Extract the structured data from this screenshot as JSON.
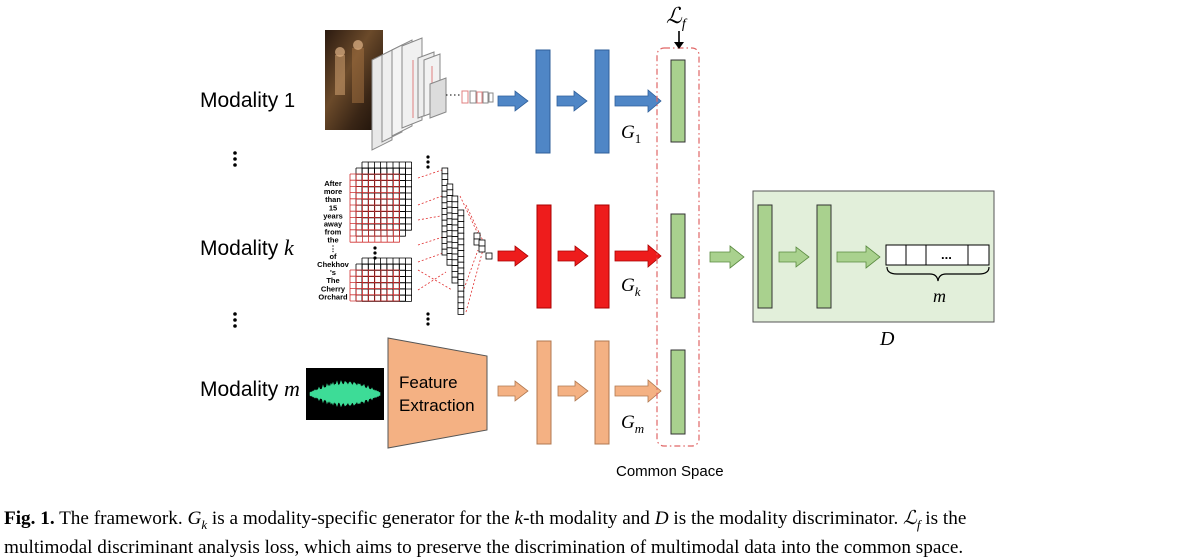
{
  "modalities": [
    {
      "label": "Modality ",
      "symbol": "1",
      "generator": "G",
      "generator_sub": "1"
    },
    {
      "label": "Modality ",
      "symbol": "k",
      "generator": "G",
      "generator_sub": "k"
    },
    {
      "label": "Modality ",
      "symbol": "m",
      "generator": "G",
      "generator_sub": "m"
    }
  ],
  "text_words": [
    "After",
    "more",
    "than",
    "15",
    "years",
    "away",
    "from",
    "the",
    "⋮",
    "of",
    "Chekhov",
    "'s",
    "The",
    "Cherry",
    "Orchard"
  ],
  "feature_extraction": {
    "line1": "Feature",
    "line2": "Extraction"
  },
  "loss_label": "ℒ",
  "loss_sub": "f",
  "common_space_label": "Common Space",
  "discriminator": {
    "label": "D",
    "output_cell": "...",
    "output_label": "m"
  },
  "colors": {
    "blue": "#4f86c6",
    "red": "#ee1c1c",
    "orange": "#f4b183",
    "green": "#a9d18e",
    "green_box": "#e2efda",
    "dashed_red": "#e06666"
  },
  "caption": {
    "fig": "Fig. 1.",
    "t1": " The framework. ",
    "gk": "G",
    "gk_sub": "k",
    "t2": " is a modality-specific generator for the ",
    "k": "k",
    "t3": "-th modality and ",
    "d": "D",
    "t4": " is the modality discriminator. ",
    "lf": "ℒ",
    "lf_sub": "f",
    "t5": " is the",
    "line2": "multimodal discriminant analysis loss, which aims to preserve the discrimination of multimodal data into the common space."
  }
}
